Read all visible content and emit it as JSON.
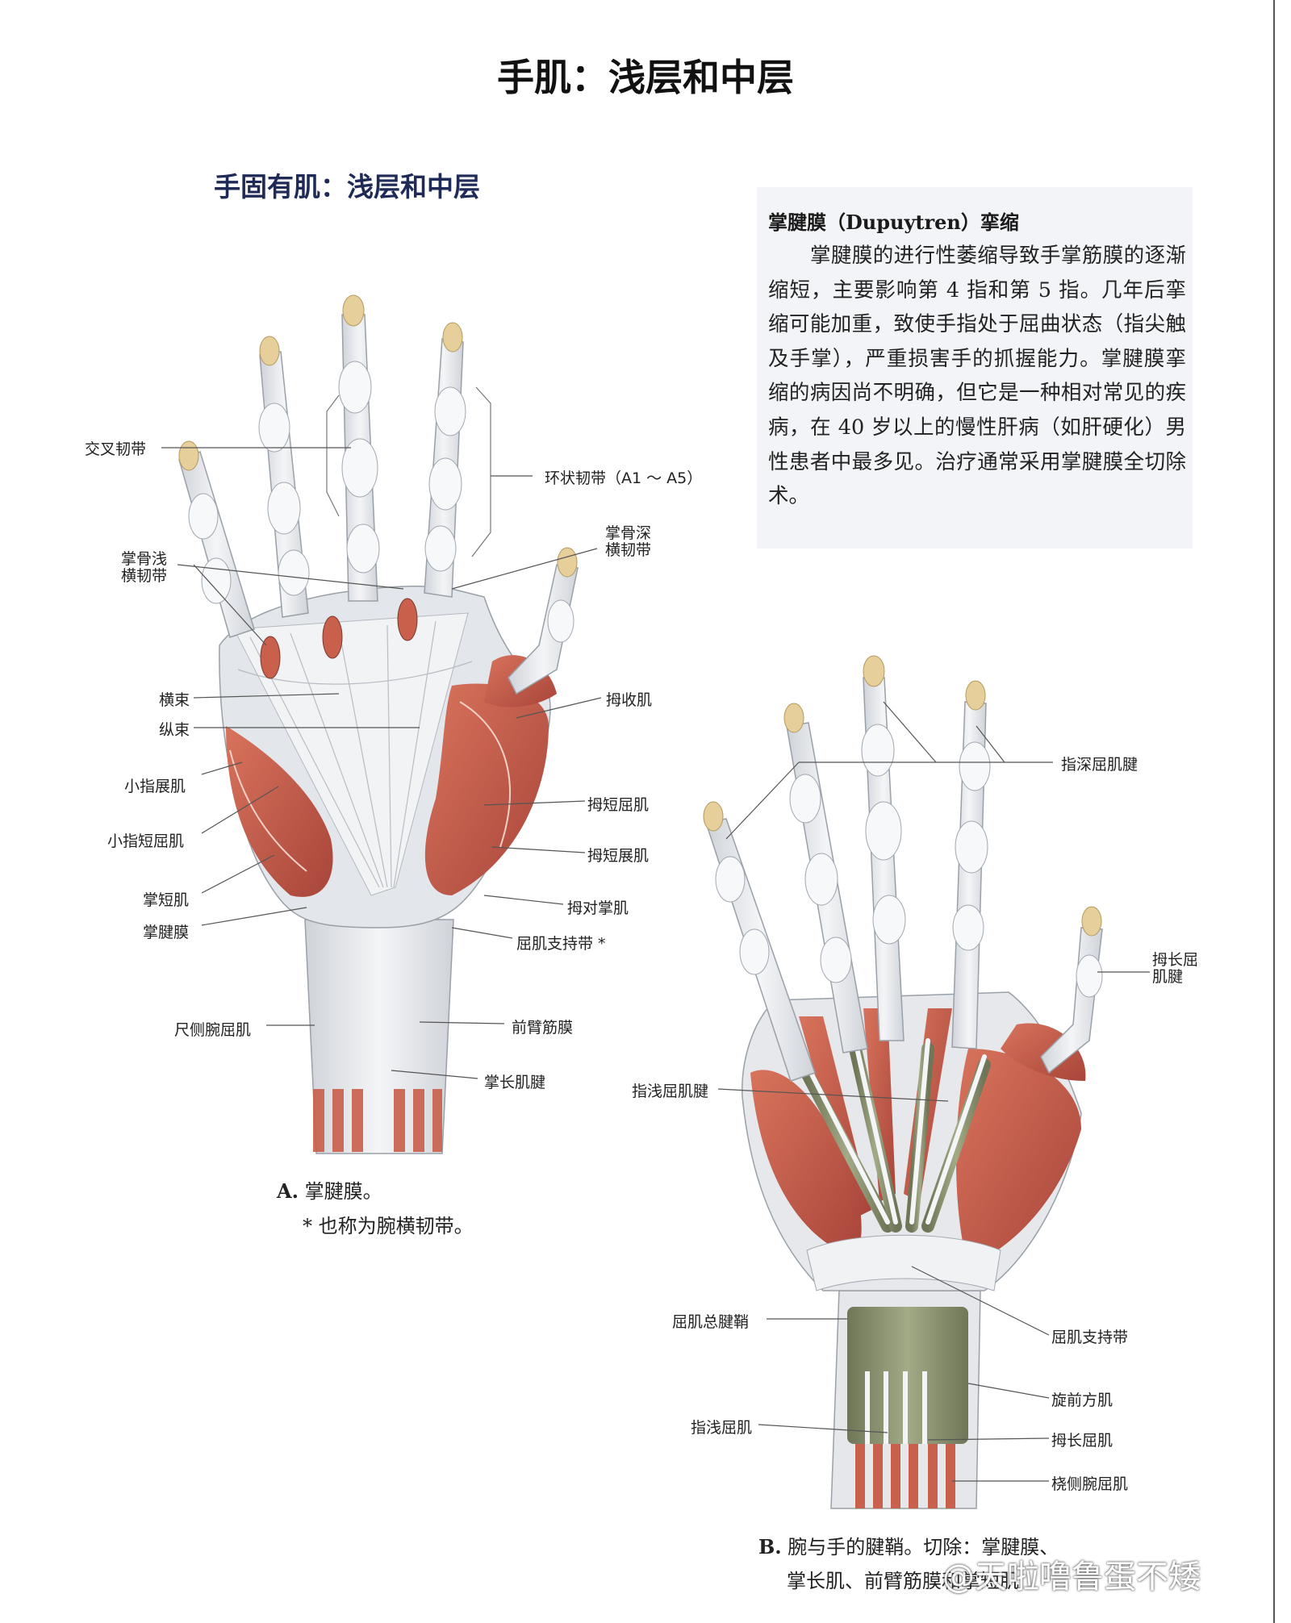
{
  "page_title": "手肌：浅层和中层",
  "section_title": "手固有肌：浅层和中层",
  "sidebar": {
    "heading": "掌腱膜（Dupuytren）挛缩",
    "body": "掌腱膜的进行性萎缩导致手掌筋膜的逐渐缩短，主要影响第 4 指和第 5 指。几年后挛缩可能加重，致使手指处于屈曲状态（指尖触及手掌），严重损害手的抓握能力。掌腱膜挛缩的病因尚不明确，但它是一种相对常见的疾病，在 40 岁以上的慢性肝病（如肝硬化）男性患者中最多见。治疗通常采用掌腱膜全切除术。"
  },
  "figure_a": {
    "labels": {
      "cruciate": "交叉韧带",
      "annular": "环状韧带（A1 ～ A5）",
      "superficial_transverse": "掌骨浅横韧带",
      "deep_transverse": "掌骨深横韧带",
      "transverse_bundle": "横束",
      "longitudinal_bundle": "纵束",
      "adductor_pollicis": "拇收肌",
      "abductor_digiti_minimi": "小指展肌",
      "flexor_pollicis_brevis": "拇短屈肌",
      "flexor_digiti_minimi": "小指短屈肌",
      "abductor_pollicis_brevis": "拇短展肌",
      "palmaris_brevis": "掌短肌",
      "opponens_pollicis": "拇对掌肌",
      "palmar_aponeurosis": "掌腱膜",
      "flexor_retinaculum": "屈肌支持带 *",
      "flexor_carpi_ulnaris": "尺侧腕屈肌",
      "antebrachial_fascia": "前臂筋膜",
      "palmaris_longus_tendon": "掌长肌腱"
    },
    "caption_letter": "A.",
    "caption": "掌腱膜。",
    "caption_note": "* 也称为腕横韧带。"
  },
  "figure_b": {
    "labels": {
      "fdp_tendons": "指深屈肌腱",
      "fpl_tendon": "拇长屈肌腱",
      "fds_tendons": "指浅屈肌腱",
      "common_sheath": "屈肌总腱鞘",
      "flexor_retinaculum": "屈肌支持带",
      "pronator_quadratus": "旋前方肌",
      "fds": "指浅屈肌",
      "fpl": "拇长屈肌",
      "fcr": "桡侧腕屈肌"
    },
    "caption_letter": "B.",
    "caption_line1": "腕与手的腱鞘。切除：掌腱膜、",
    "caption_line2": "掌长肌、前臂筋膜和掌短肌"
  },
  "watermark": "@天啦噜鲁蛋不矮",
  "colors": {
    "muscle": "#c9604c",
    "muscle_dark": "#a8453a",
    "tendon": "#e9ebee",
    "bone": "#e6cf9a",
    "sheath": "#8c9470",
    "title_blue": "#1f2a56"
  }
}
